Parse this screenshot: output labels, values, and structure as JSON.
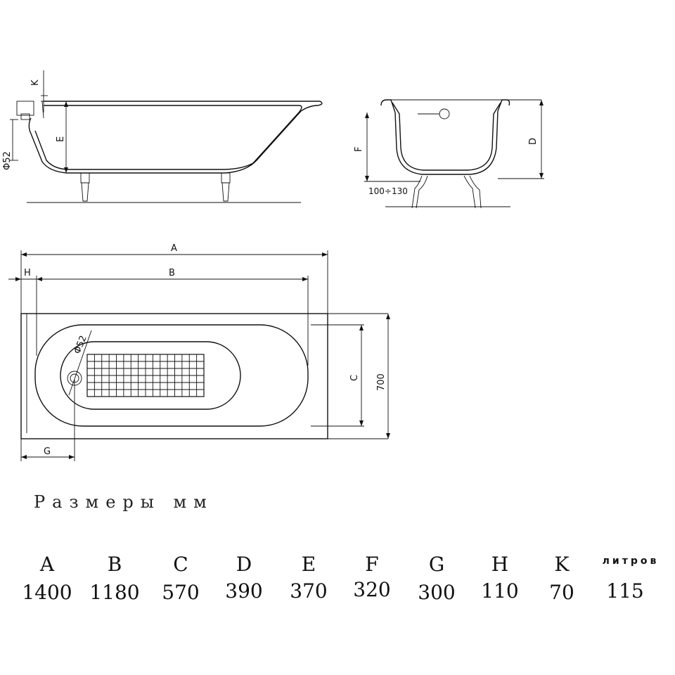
{
  "drawing": {
    "side_view_labels": {
      "k": "K",
      "e": "E",
      "drain_dia": "Φ52"
    },
    "end_view_labels": {
      "f": "F",
      "d": "D",
      "leg_range": "100÷130"
    },
    "plan_view_labels": {
      "a": "A",
      "b": "B",
      "h": "H",
      "c": "C",
      "width": "700",
      "g": "G",
      "drain_dia": "Φ52"
    }
  },
  "caption": "Размеры мм",
  "table": {
    "headers": [
      "A",
      "B",
      "C",
      "D",
      "E",
      "F",
      "G",
      "H",
      "K"
    ],
    "values": [
      "1400",
      "1180",
      "570",
      "390",
      "370",
      "320",
      "300",
      "110",
      "70"
    ],
    "volume_label": "литров",
    "volume_value": "115"
  }
}
